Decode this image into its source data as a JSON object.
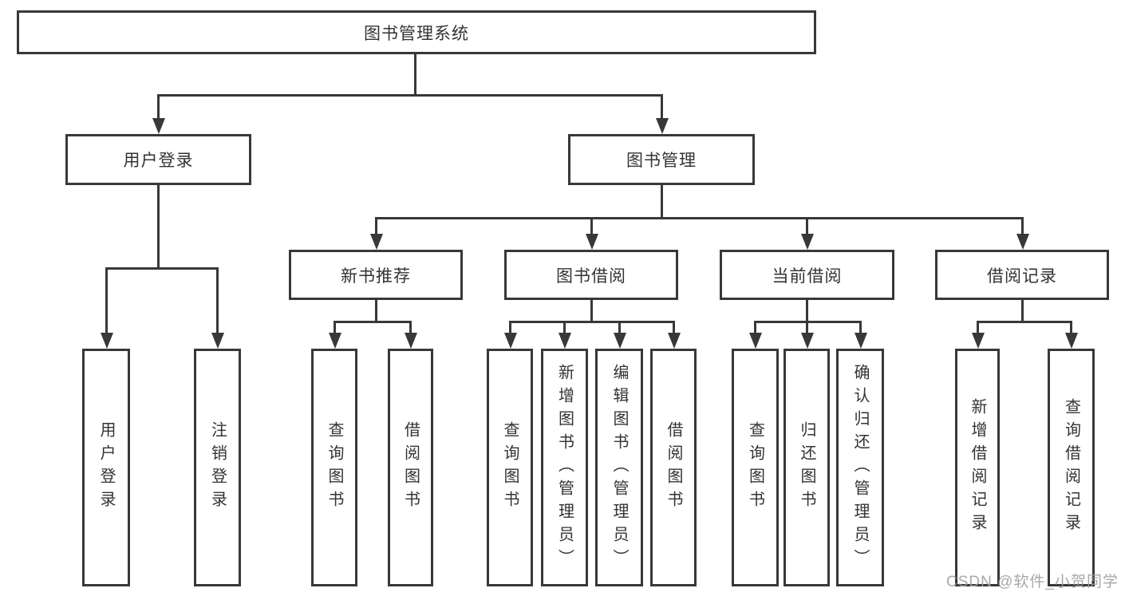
{
  "tree": {
    "root": "图书管理系统",
    "branches": [
      {
        "label": "用户登录",
        "children": [
          "用户登录",
          "注销登录"
        ]
      },
      {
        "label": "图书管理",
        "children": [
          {
            "label": "新书推荐",
            "children": [
              "查询图书",
              "借阅图书"
            ]
          },
          {
            "label": "图书借阅",
            "children": [
              "查询图书",
              "新增图书（管理员）",
              "编辑图书（管理员）",
              "借阅图书"
            ]
          },
          {
            "label": "当前借阅",
            "children": [
              "查询图书",
              "归还图书",
              "确认归还（管理员）"
            ]
          },
          {
            "label": "借阅记录",
            "children": [
              "新增借阅记录",
              "查询借阅记录"
            ]
          }
        ]
      }
    ]
  },
  "watermark": {
    "text": "CSDN @软件_小贺同学"
  },
  "colors": {
    "line": "#383838",
    "text": "#333333",
    "background": "#ffffff",
    "watermark": "#9e9e9e"
  }
}
